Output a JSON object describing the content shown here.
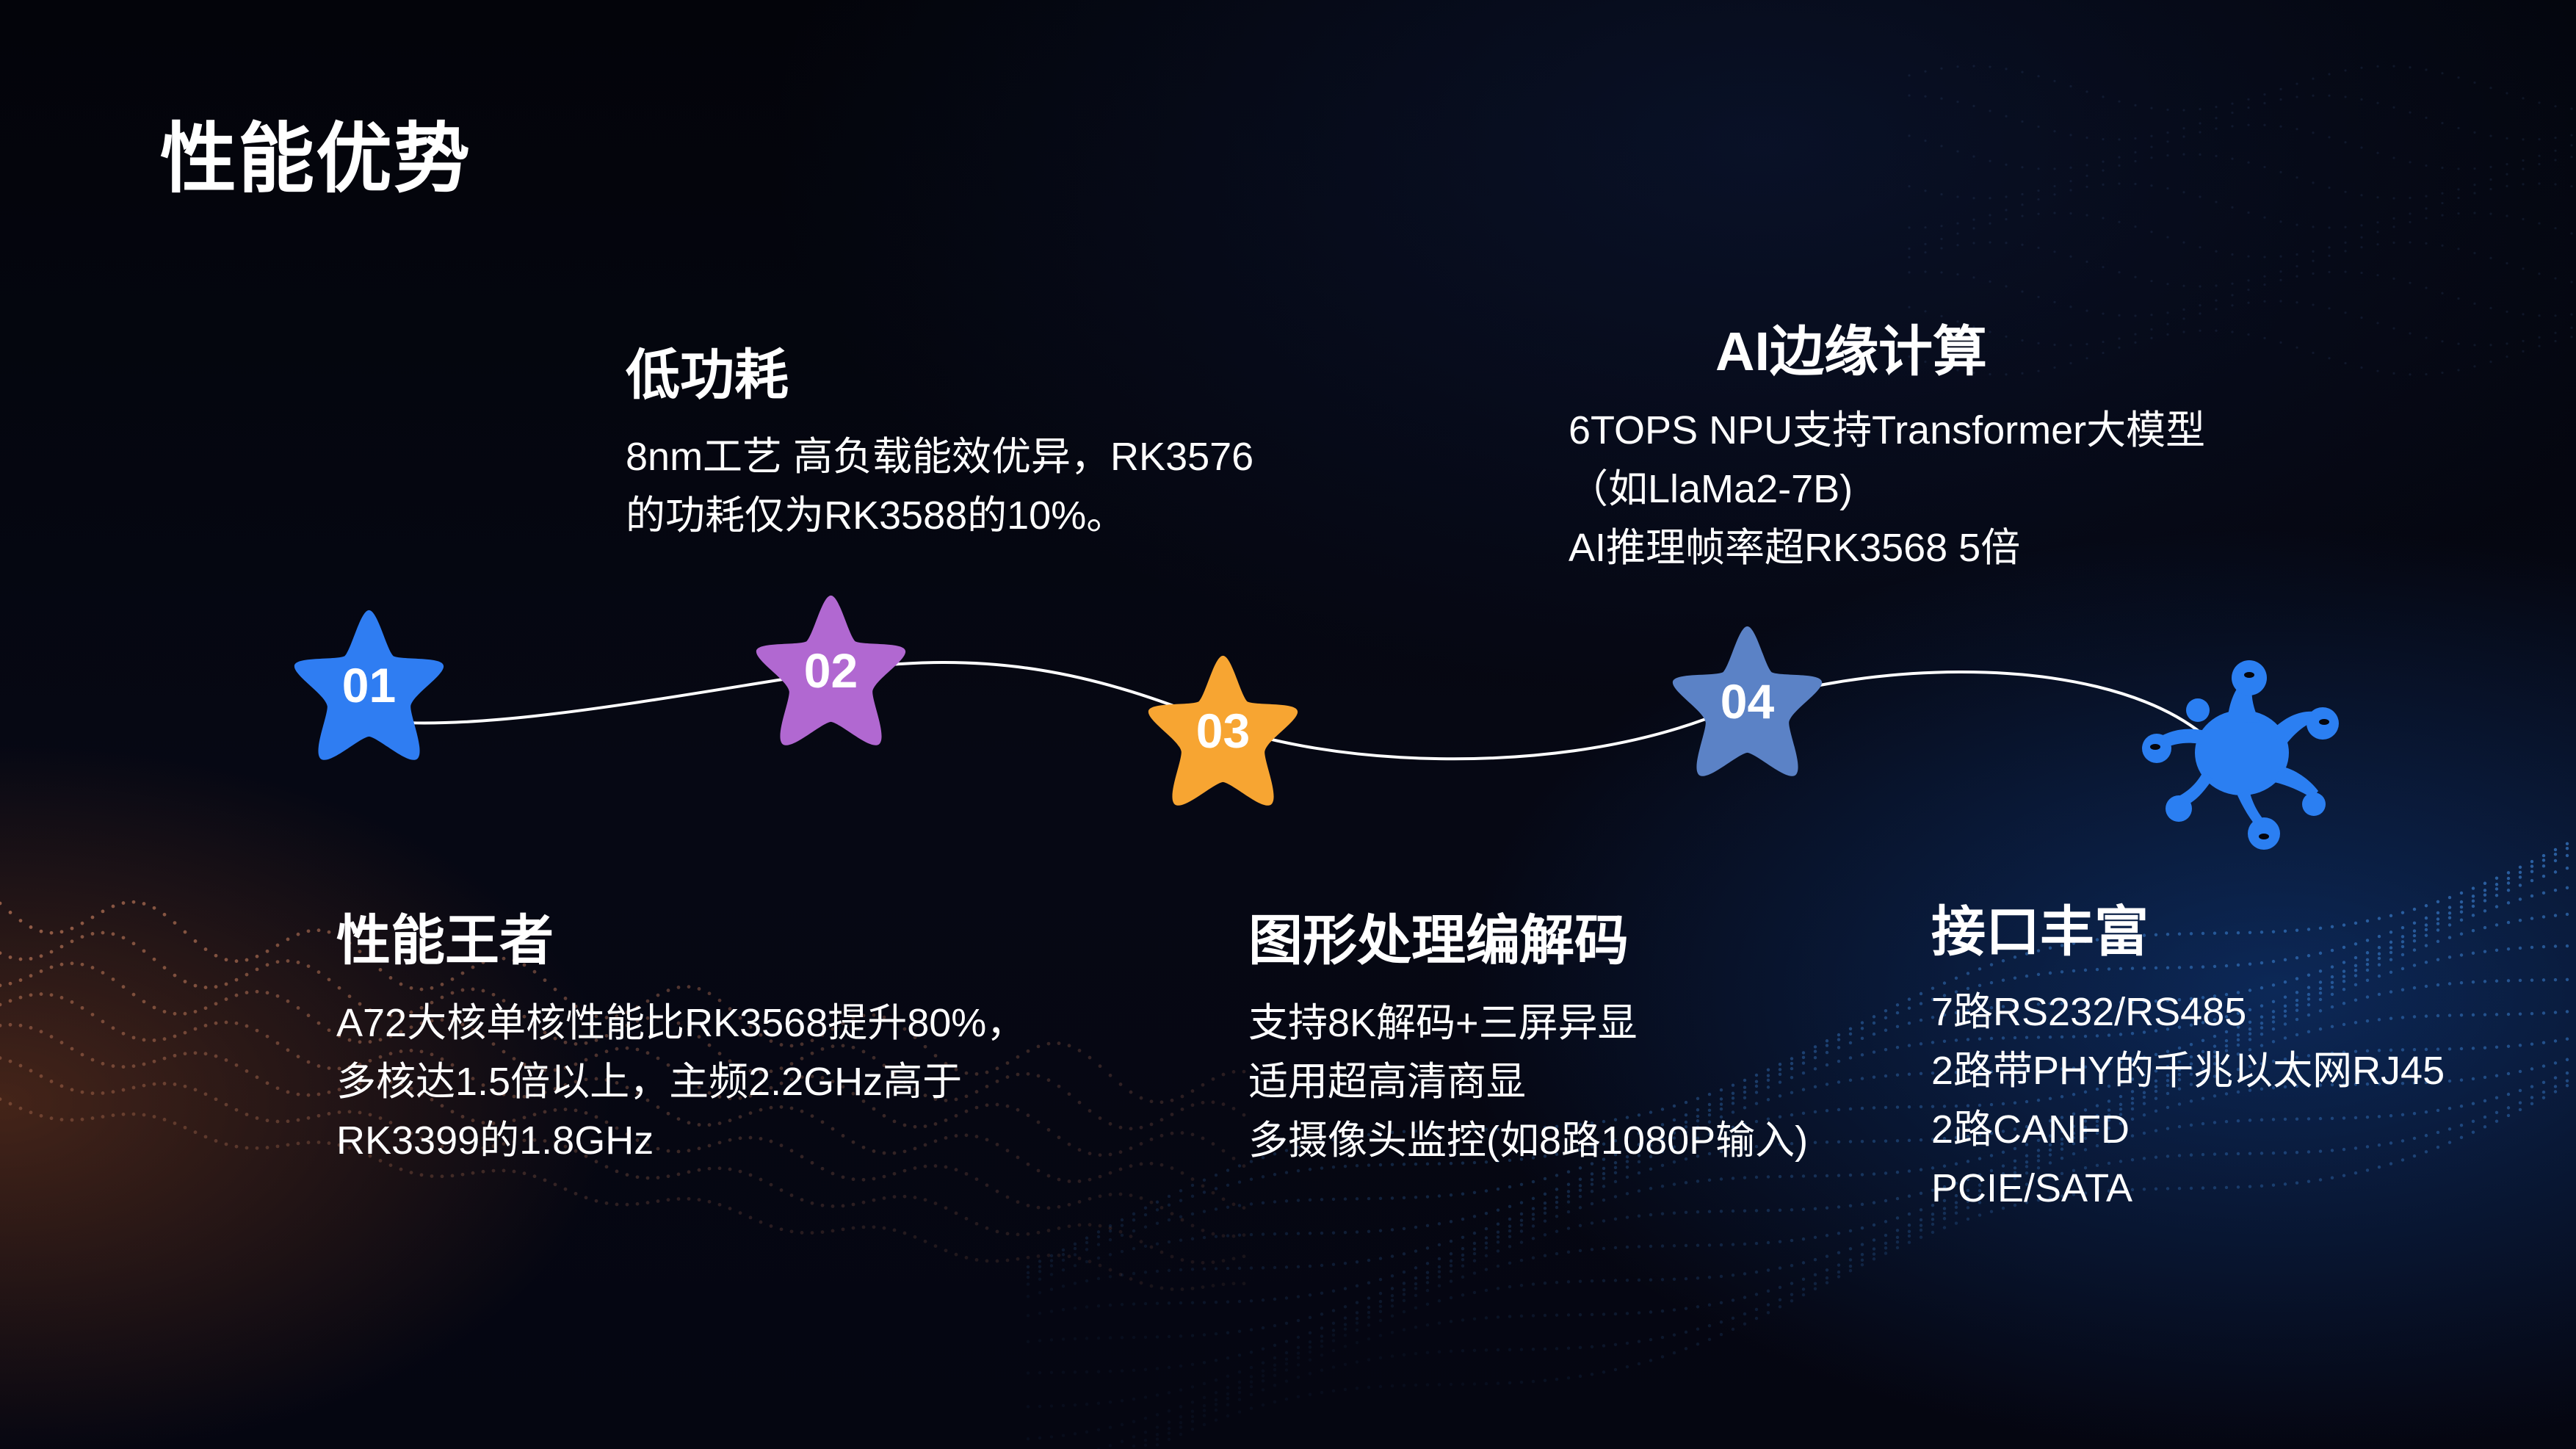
{
  "slide": {
    "title": "性能优势"
  },
  "items": [
    {
      "number": "01",
      "color": "#2f7df2",
      "heading": "性能王者",
      "lines": [
        "A72大核单核性能比RK3568提升80%，",
        "多核达1.5倍以上，主频2.2GHz高于",
        "RK3399的1.8GHz"
      ]
    },
    {
      "number": "02",
      "color": "#b168d1",
      "heading": "低功耗",
      "lines": [
        "8nm工艺 高负载能效优异，RK3576",
        "的功耗仅为RK3588的10%。"
      ]
    },
    {
      "number": "03",
      "color": "#f7a532",
      "heading": "图形处理编解码",
      "lines": [
        "支持8K解码+三屏异显",
        "适用超高清商显",
        "多摄像头监控(如8路1080P输入)"
      ]
    },
    {
      "number": "04",
      "color": "#5b82c6",
      "heading": "AI边缘计算",
      "lines": [
        "6TOPS NPU支持Transformer大模型",
        "（如LlaMa2-7B)",
        "AI推理帧率超RK3568 5倍"
      ]
    },
    {
      "number": "",
      "color": "#2b7ff2",
      "icon": "splat-icon",
      "heading": "接口丰富",
      "lines": [
        "7路RS232/RS485",
        "2路带PHY的千兆以太网RJ45",
        "2路CANFD",
        "PCIE/SATA"
      ]
    }
  ],
  "colors": {
    "background": "#05060c",
    "connector": "#ffffff",
    "text": "#ffffff"
  }
}
